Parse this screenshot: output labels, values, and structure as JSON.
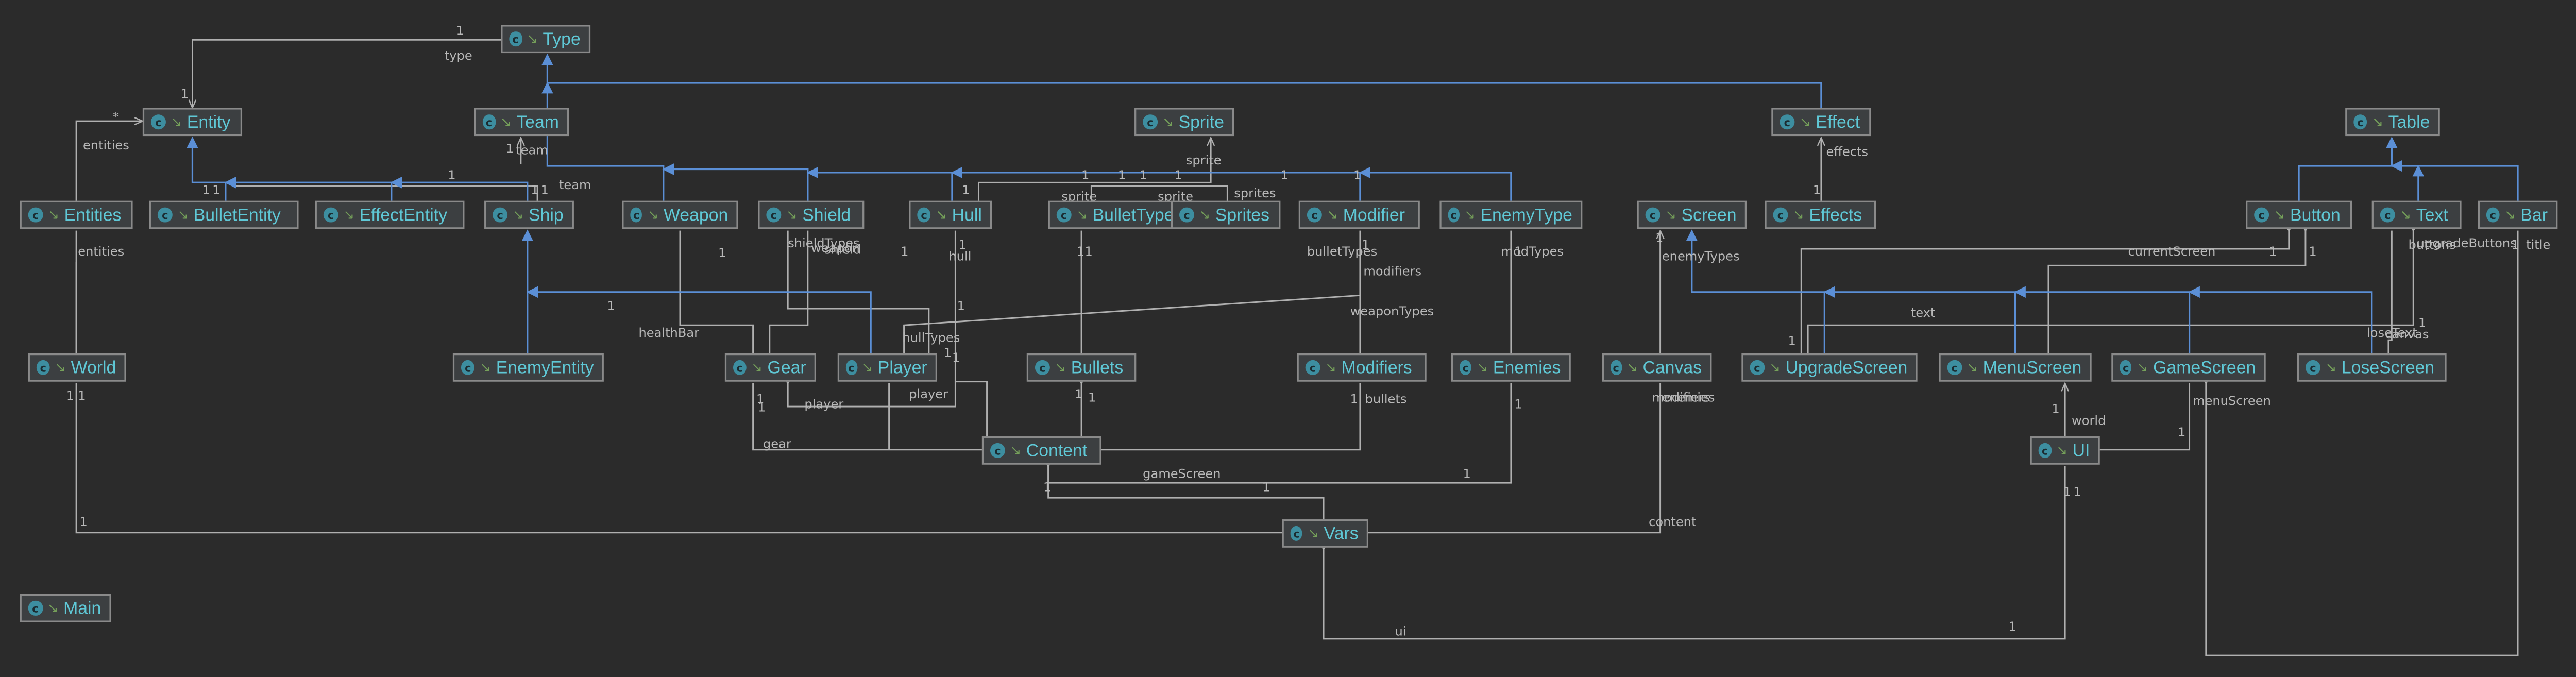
{
  "diagram": {
    "colors": {
      "background": "#2b2b2b",
      "node_fill": "#3c3f41",
      "node_border": "#8a8a8a",
      "class_name": "#5fc8d6",
      "inheritance_edge": "#5b8fd6",
      "association_edge": "#b0b0b0"
    },
    "icons": {
      "class": "class-icon",
      "visibility": "public-icon"
    },
    "classes": {
      "Type": "Type",
      "Entity": "Entity",
      "Team": "Team",
      "Sprite": "Sprite",
      "Effect": "Effect",
      "Table": "Table",
      "Entities": "Entities",
      "BulletEntity": "BulletEntity",
      "EffectEntity": "EffectEntity",
      "Ship": "Ship",
      "Weapon": "Weapon",
      "Shield": "Shield",
      "Hull": "Hull",
      "BulletType": "BulletType",
      "Sprites": "Sprites",
      "Modifier": "Modifier",
      "EnemyType": "EnemyType",
      "Screen": "Screen",
      "Effects": "Effects",
      "Button": "Button",
      "Text": "Text",
      "Bar": "Bar",
      "World": "World",
      "EnemyEntity": "EnemyEntity",
      "Gear": "Gear",
      "Player": "Player",
      "Bullets": "Bullets",
      "Modifiers": "Modifiers",
      "Enemies": "Enemies",
      "Canvas": "Canvas",
      "UpgradeScreen": "UpgradeScreen",
      "MenuScreen": "MenuScreen",
      "GameScreen": "GameScreen",
      "LoseScreen": "LoseScreen",
      "Content": "Content",
      "UI": "UI",
      "Vars": "Vars",
      "Main": "Main"
    },
    "labels": [
      "1",
      "type",
      "1",
      "*",
      "entities",
      "1",
      "1",
      "team",
      "team",
      "1",
      "1",
      "1",
      "1",
      "1",
      "1",
      "1",
      "1",
      "sprite",
      "sprite",
      "sprite",
      "sprites",
      "1",
      "1",
      "1",
      "1",
      "effects",
      "1",
      "entities",
      "1",
      "weapon",
      "shield",
      "shieldTypes",
      "1",
      "1",
      "hull",
      "1",
      "1",
      "bulletTypes",
      "1",
      "modifiers",
      "modTypes",
      "1",
      "enemyTypes",
      "1",
      "currentScreen",
      "1",
      "1",
      "buttons",
      "upgradeButtons",
      "1",
      "title",
      "1",
      "healthBar",
      "1",
      "weaponTypes",
      "hullTypes",
      "1",
      "1",
      "player",
      "player",
      "1",
      "1",
      "gear",
      "1",
      "1",
      "1",
      "bullets",
      "1",
      "modifiers",
      "enemies",
      "1",
      "canvas",
      "text",
      "loseText",
      "1",
      "1",
      "1",
      "1",
      "world",
      "1",
      "menuScreen",
      "1",
      "gameScreen",
      "1",
      "1",
      "1",
      "content",
      "1",
      "1",
      "1",
      "ui",
      "1",
      "1",
      "1",
      "1"
    ]
  }
}
